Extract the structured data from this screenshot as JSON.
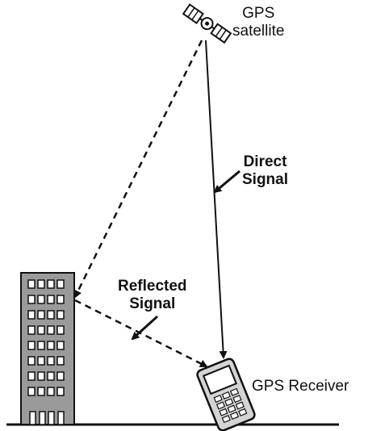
{
  "labels": {
    "satellite_line1": "GPS",
    "satellite_line2": "satellite",
    "direct_line1": "Direct",
    "direct_line2": "Signal",
    "reflected_line1": "Reflected",
    "reflected_line2": "Signal",
    "receiver": "GPS Receiver"
  },
  "icons": {
    "satellite": "satellite-icon",
    "building": "building-icon",
    "receiver": "gps-receiver-icon"
  },
  "colors": {
    "stroke": "#111111",
    "building_fill": "#9a9a9a",
    "receiver_fill": "#d4d4d4"
  }
}
